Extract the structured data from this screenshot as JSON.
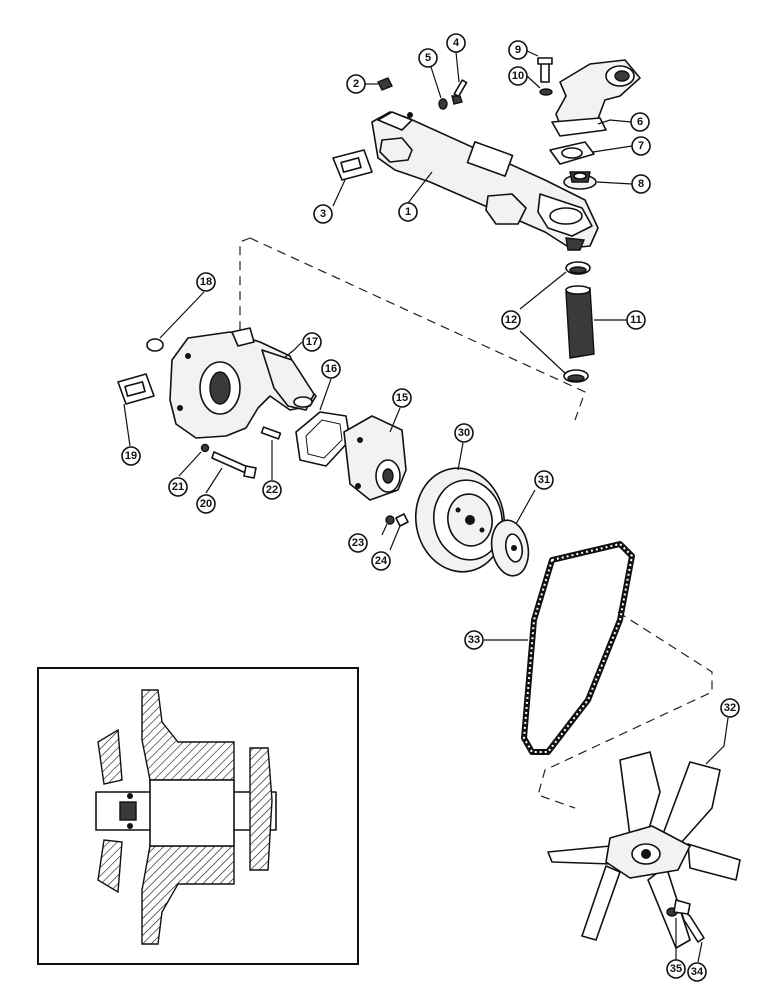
{
  "callouts": [
    {
      "id": "c1",
      "label": "1"
    },
    {
      "id": "c2",
      "label": "2"
    },
    {
      "id": "c3",
      "label": "3"
    },
    {
      "id": "c4",
      "label": "4"
    },
    {
      "id": "c5",
      "label": "5"
    },
    {
      "id": "c6",
      "label": "6"
    },
    {
      "id": "c7",
      "label": "7"
    },
    {
      "id": "c8",
      "label": "8"
    },
    {
      "id": "c9",
      "label": "9"
    },
    {
      "id": "c10",
      "label": "10"
    },
    {
      "id": "c11",
      "label": "11"
    },
    {
      "id": "c12",
      "label": "12"
    },
    {
      "id": "c15",
      "label": "15"
    },
    {
      "id": "c16",
      "label": "16"
    },
    {
      "id": "c17",
      "label": "17"
    },
    {
      "id": "c18",
      "label": "18"
    },
    {
      "id": "c19",
      "label": "19"
    },
    {
      "id": "c20",
      "label": "20"
    },
    {
      "id": "c21",
      "label": "21"
    },
    {
      "id": "c22",
      "label": "22"
    },
    {
      "id": "c23",
      "label": "23"
    },
    {
      "id": "c24",
      "label": "24"
    },
    {
      "id": "c30",
      "label": "30"
    },
    {
      "id": "c31",
      "label": "31"
    },
    {
      "id": "c32",
      "label": "32"
    },
    {
      "id": "c33",
      "label": "33"
    },
    {
      "id": "c34",
      "label": "34"
    },
    {
      "id": "c35",
      "label": "35"
    }
  ],
  "colors": {
    "ink": "#111111",
    "paper": "#ffffff",
    "shade": "#f2f2f2"
  }
}
